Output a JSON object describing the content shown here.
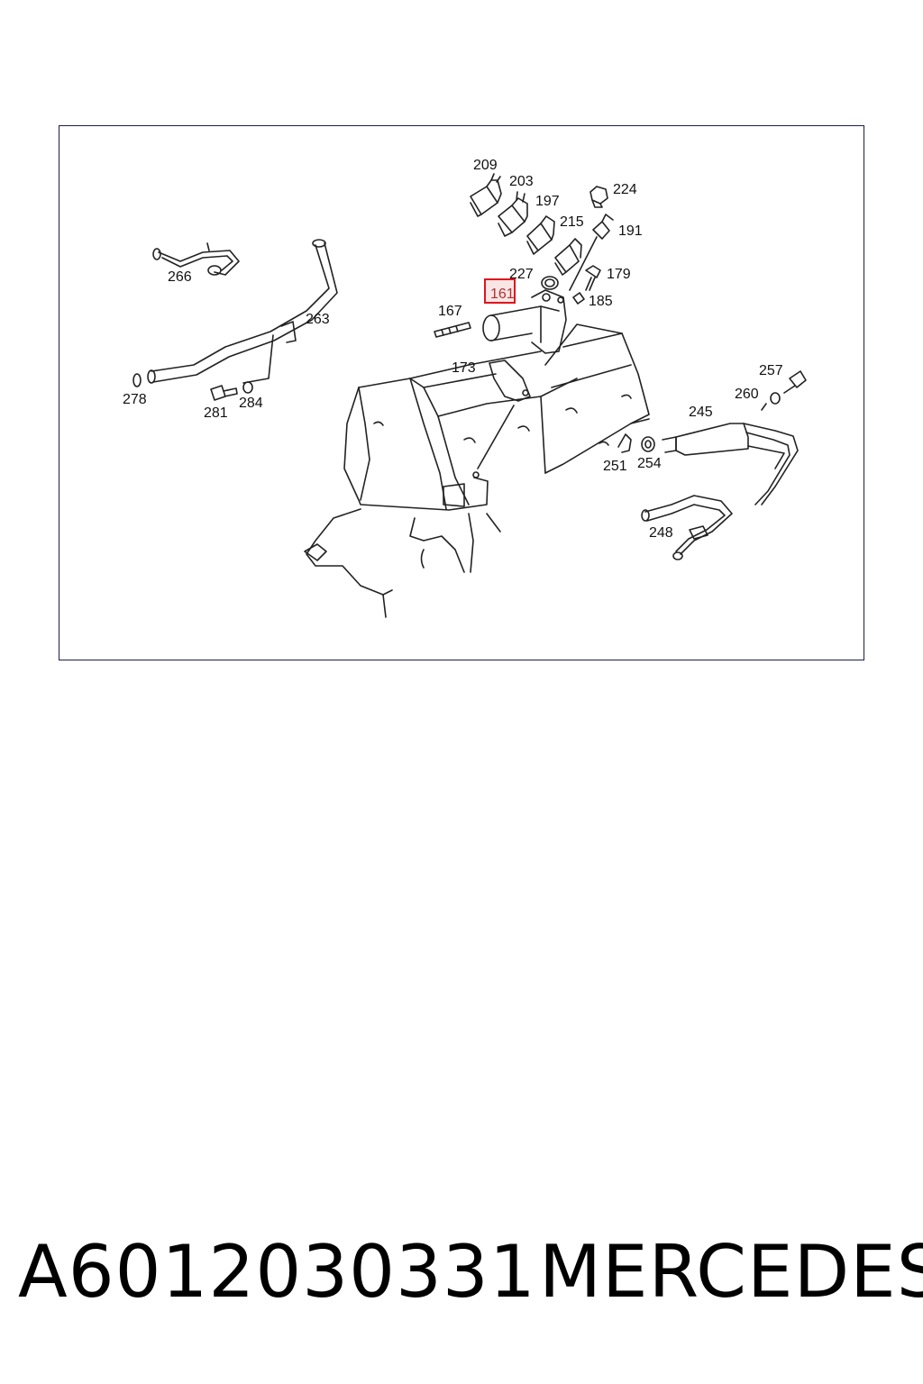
{
  "diagram": {
    "highlighted_part": "161",
    "part_labels": {
      "p209": "209",
      "p203": "203",
      "p197": "197",
      "p224": "224",
      "p215": "215",
      "p191": "191",
      "p179": "179",
      "p227": "227",
      "p161": "161",
      "p185": "185",
      "p167": "167",
      "p266": "266",
      "p263": "263",
      "p173": "173",
      "p257": "257",
      "p260": "260",
      "p245": "245",
      "p278": "278",
      "p281": "281",
      "p284": "284",
      "p251": "251",
      "p254": "254",
      "p248": "248"
    },
    "colors": {
      "line": "#222222",
      "frame": "#1d1d4a",
      "highlight": "#e0141e"
    }
  },
  "caption": {
    "part_number": "A6012030331",
    "brand": "MERCEDES"
  }
}
